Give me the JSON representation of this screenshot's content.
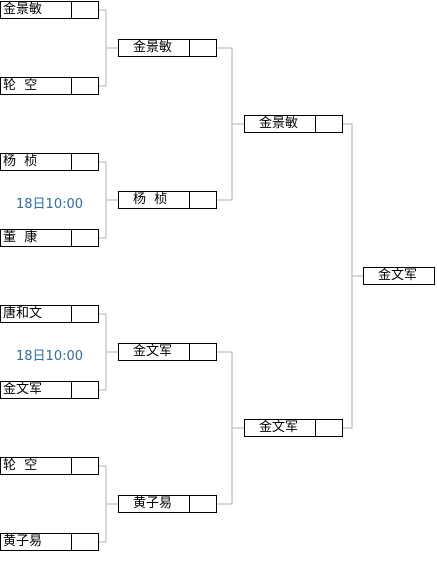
{
  "bracket": {
    "round1": [
      {
        "name": "金景敏",
        "score": ""
      },
      {
        "name": "轮  空",
        "score": ""
      },
      {
        "name": "杨  桢",
        "score": ""
      },
      {
        "name": "董  康",
        "score": ""
      },
      {
        "name": "唐和文",
        "score": ""
      },
      {
        "name": "金文军",
        "score": ""
      },
      {
        "name": "轮  空",
        "score": ""
      },
      {
        "name": "黄子易",
        "score": ""
      }
    ],
    "round2": [
      {
        "name": "金景敏",
        "score": ""
      },
      {
        "name": "杨  桢",
        "score": ""
      },
      {
        "name": "金文军",
        "score": ""
      },
      {
        "name": "黄子易",
        "score": ""
      }
    ],
    "round3": [
      {
        "name": "金景敏",
        "score": ""
      },
      {
        "name": "金文军",
        "score": ""
      }
    ],
    "winner": {
      "name": "金文军",
      "score": ""
    },
    "times": [
      "18日10:00",
      "18日10:00"
    ]
  }
}
